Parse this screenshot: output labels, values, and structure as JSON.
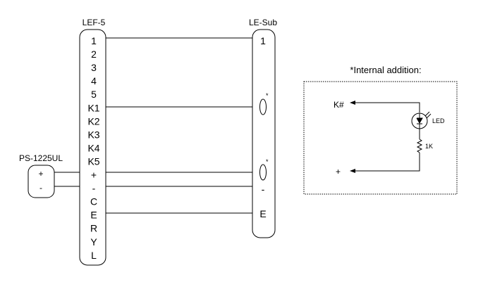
{
  "lef5": {
    "title": "LEF-5",
    "terminals": [
      "1",
      "2",
      "3",
      "4",
      "5",
      "K1",
      "K2",
      "K3",
      "K4",
      "K5",
      "+",
      "-",
      "C",
      "E",
      "R",
      "Y",
      "L"
    ]
  },
  "lesub": {
    "title": "LE-Sub",
    "terminal_1": "1",
    "terminal_minus": "-",
    "terminal_e": "E",
    "led_mark_top": "*",
    "led_mark_bottom": "*"
  },
  "power_supply": {
    "title": "PS-1225UL",
    "plus": "+",
    "minus": "-"
  },
  "internal": {
    "title": "*Internal addition:",
    "k_label": "K#",
    "plus_label": "+",
    "led_label": "LED",
    "resistor_label": "1K"
  }
}
